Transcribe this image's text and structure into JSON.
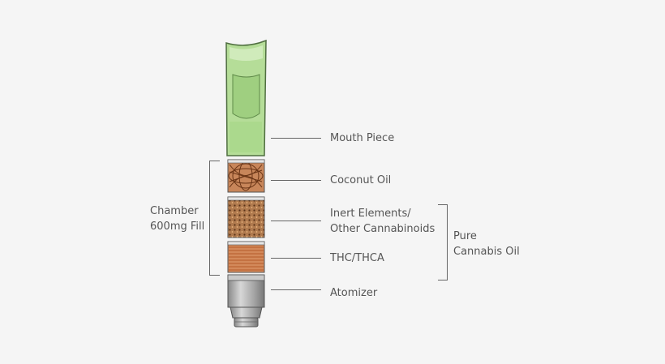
{
  "parts": {
    "mouth_piece": "Mouth Piece",
    "coconut_oil": "Coconut Oil",
    "inert_elements": "Inert Elements/\nOther Cannabinoids",
    "thc": "THC/THCA",
    "atomizer": "Atomizer"
  },
  "groups": {
    "chamber": "Chamber\n600mg Fill",
    "pure_oil": "Pure\nCannabis Oil"
  },
  "colors": {
    "mouthpiece": "#b5dd98",
    "coconut": "#c8865a",
    "inert": "#b07a4e",
    "thc": "#d3895a",
    "atomizer": "#a6a6a6"
  }
}
